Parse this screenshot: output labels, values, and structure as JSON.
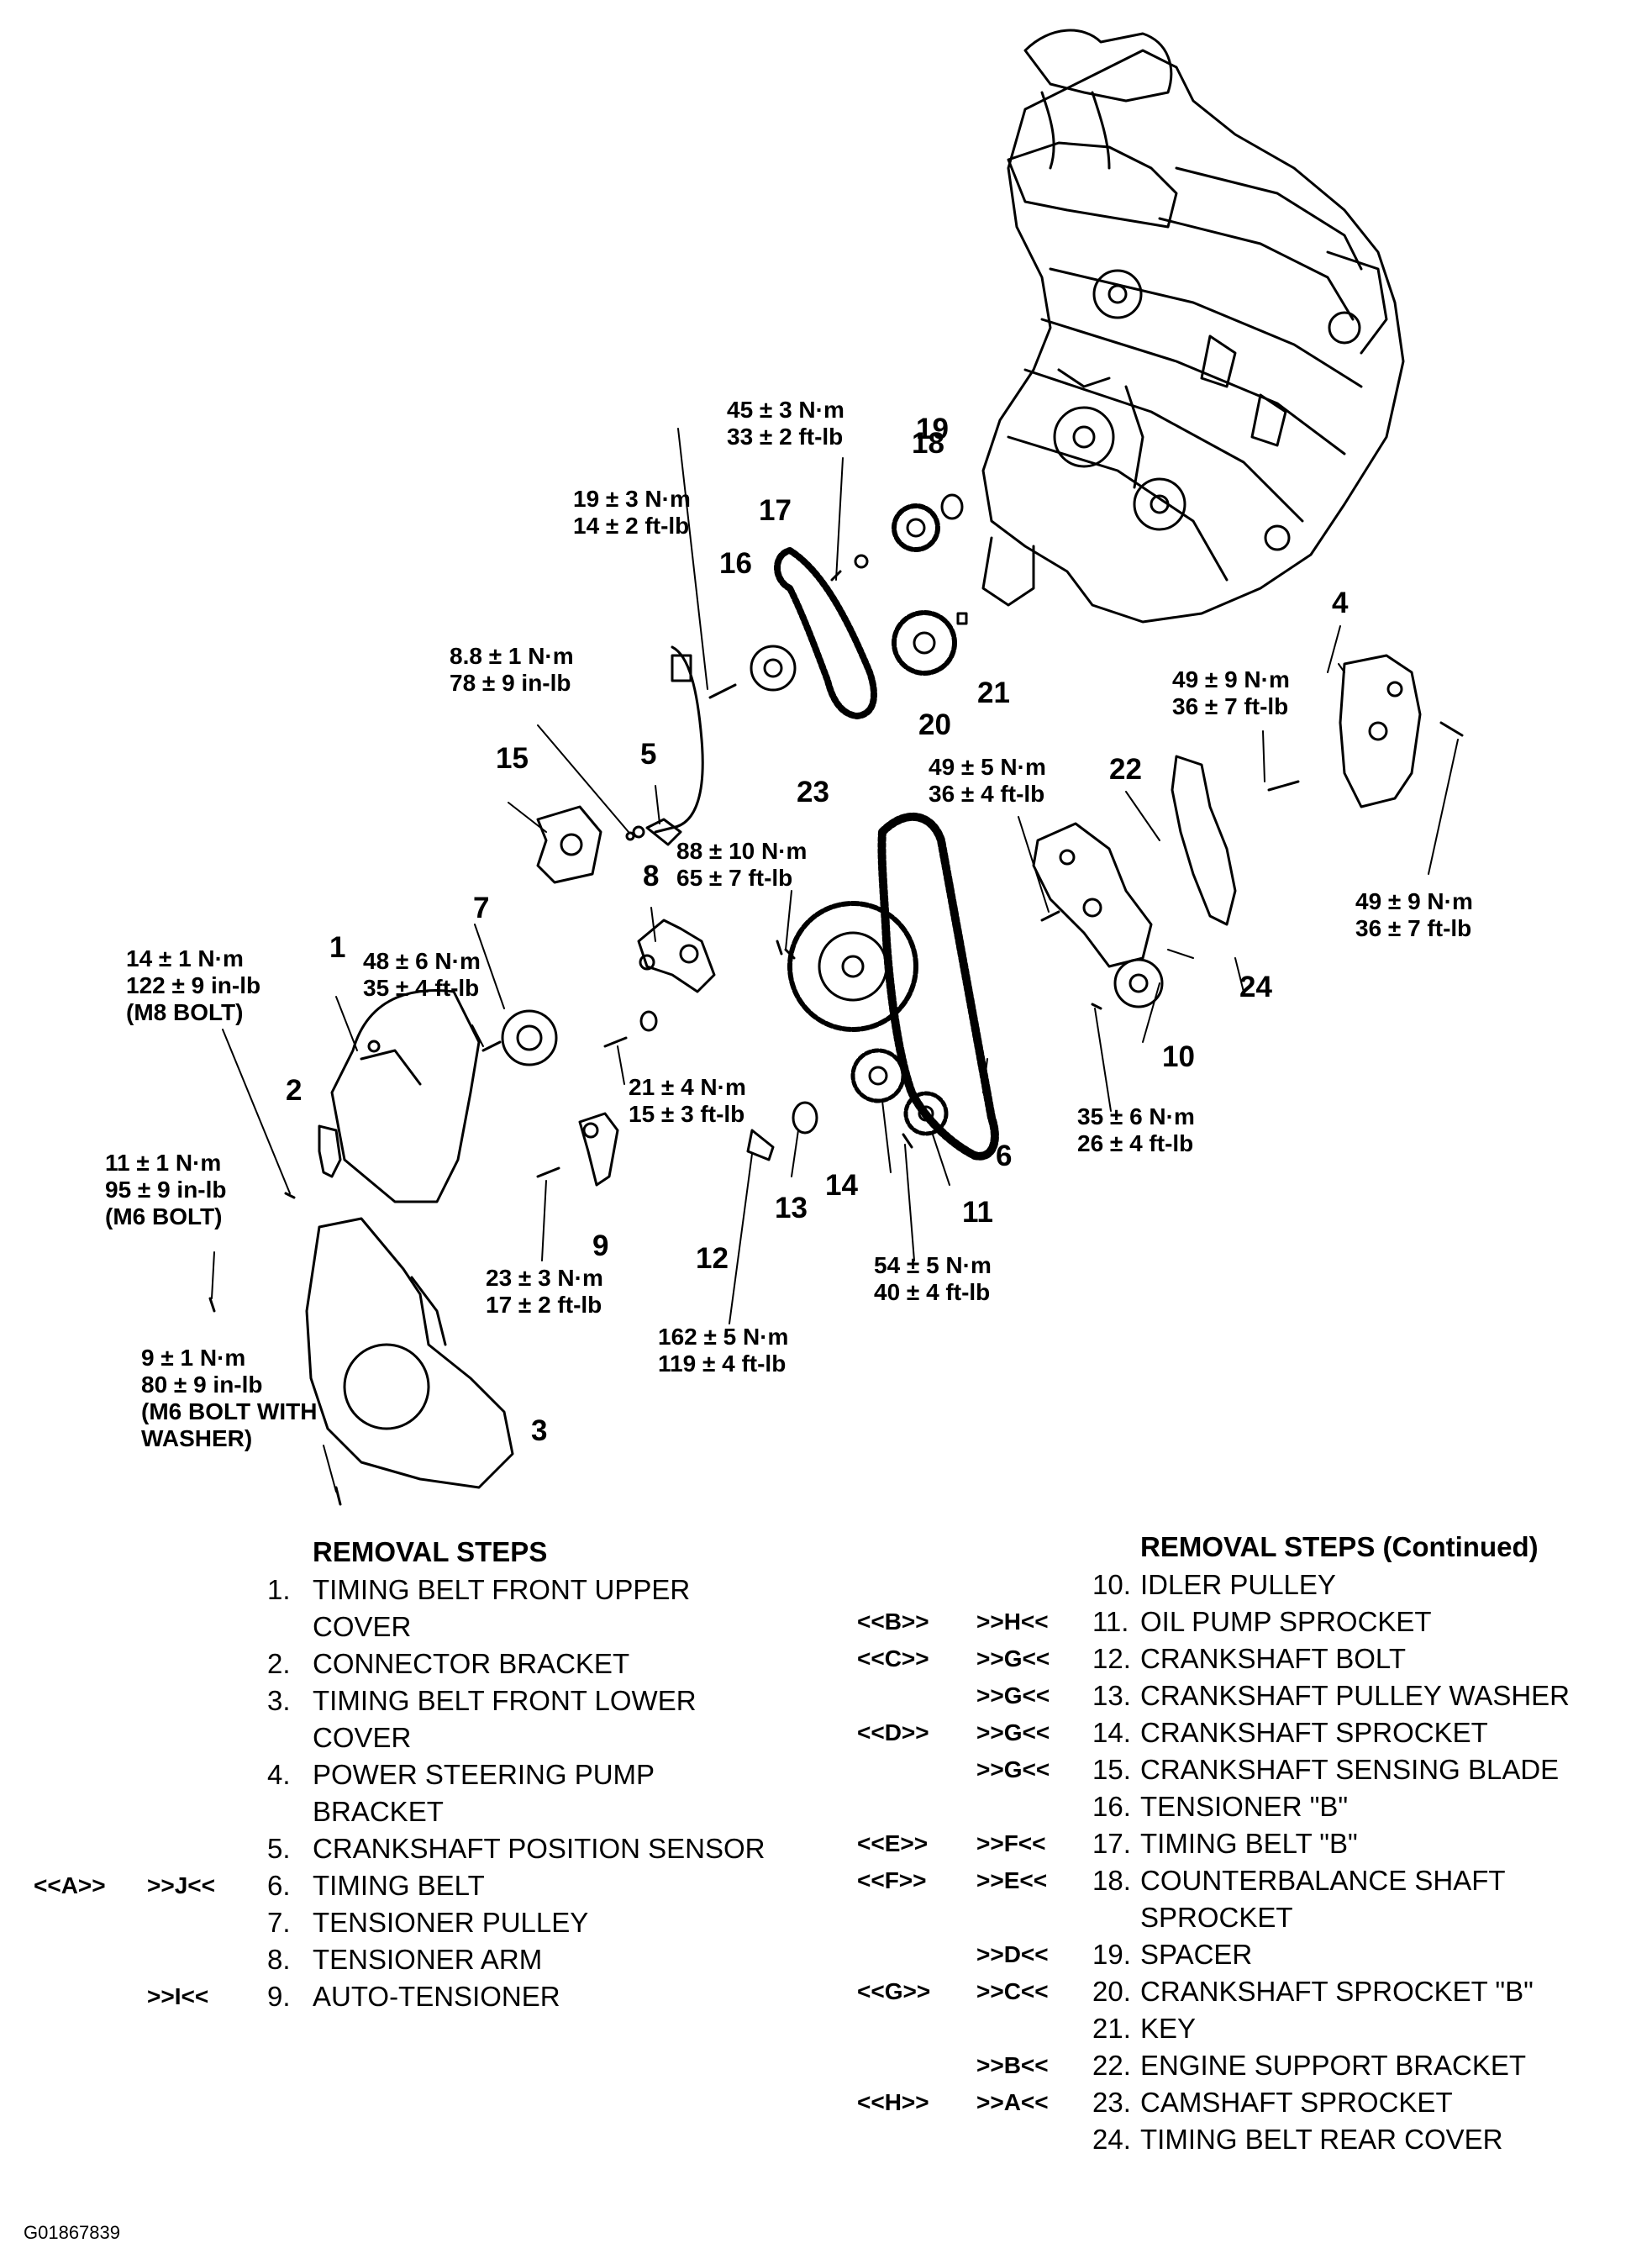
{
  "callouts": [
    {
      "num": "1"
    },
    {
      "num": "2"
    },
    {
      "num": "3"
    },
    {
      "num": "4"
    },
    {
      "num": "5"
    },
    {
      "num": "6"
    },
    {
      "num": "7"
    },
    {
      "num": "8"
    },
    {
      "num": "9"
    },
    {
      "num": "10"
    },
    {
      "num": "11"
    },
    {
      "num": "12"
    },
    {
      "num": "13"
    },
    {
      "num": "14"
    },
    {
      "num": "15"
    },
    {
      "num": "16"
    },
    {
      "num": "17"
    },
    {
      "num": "18"
    },
    {
      "num": "19"
    },
    {
      "num": "20"
    },
    {
      "num": "21"
    },
    {
      "num": "22"
    },
    {
      "num": "23"
    },
    {
      "num": "24"
    }
  ],
  "torques": [
    {
      "lines": [
        "45 ± 3 N·m",
        "33 ± 2 ft-lb"
      ]
    },
    {
      "lines": [
        "19 ± 3 N·m",
        "14 ± 2 ft-lb"
      ]
    },
    {
      "lines": [
        "8.8 ± 1 N·m",
        "78 ± 9 in-lb"
      ]
    },
    {
      "lines": [
        "49 ± 9 N·m",
        "36 ± 7 ft-lb"
      ]
    },
    {
      "lines": [
        "49 ± 5 N·m",
        "36 ± 4 ft-lb"
      ]
    },
    {
      "lines": [
        "88 ± 10 N·m",
        "65 ± 7 ft-lb"
      ]
    },
    {
      "lines": [
        "49 ± 9 N·m",
        "36 ± 7 ft-lb"
      ]
    },
    {
      "lines": [
        "14 ± 1 N·m",
        "122 ± 9 in-lb",
        "(M8 BOLT)"
      ]
    },
    {
      "lines": [
        "48 ± 6 N·m",
        "35 ± 4 ft-lb"
      ]
    },
    {
      "lines": [
        "21 ± 4 N·m",
        "15 ± 3 ft-lb"
      ]
    },
    {
      "lines": [
        "35 ± 6 N·m",
        "26 ± 4 ft-lb"
      ]
    },
    {
      "lines": [
        "11 ± 1 N·m",
        "95 ± 9 in-lb",
        "(M6 BOLT)"
      ]
    },
    {
      "lines": [
        "54 ± 5 N·m",
        "40 ± 4 ft-lb"
      ]
    },
    {
      "lines": [
        "23 ± 3 N·m",
        "17 ± 2 ft-lb"
      ]
    },
    {
      "lines": [
        "162 ± 5 N·m",
        "119 ± 4 ft-lb"
      ]
    },
    {
      "lines": [
        "9 ± 1 N·m",
        "80 ± 9 in-lb",
        "(M6 BOLT WITH",
        "WASHER)"
      ]
    }
  ],
  "removal_steps": {
    "heading": "REMOVAL STEPS",
    "rows": [
      {
        "ref1": "",
        "ref2": "",
        "num": "1.",
        "text": "TIMING BELT FRONT UPPER"
      },
      {
        "ref1": "",
        "ref2": "",
        "num": "",
        "text": "COVER"
      },
      {
        "ref1": "",
        "ref2": "",
        "num": "2.",
        "text": "CONNECTOR BRACKET"
      },
      {
        "ref1": "",
        "ref2": "",
        "num": "3.",
        "text": "TIMING BELT FRONT LOWER"
      },
      {
        "ref1": "",
        "ref2": "",
        "num": "",
        "text": "COVER"
      },
      {
        "ref1": "",
        "ref2": "",
        "num": "4.",
        "text": "POWER STEERING PUMP"
      },
      {
        "ref1": "",
        "ref2": "",
        "num": "",
        "text": "BRACKET"
      },
      {
        "ref1": "",
        "ref2": "",
        "num": "5.",
        "text": "CRANKSHAFT POSITION SENSOR"
      },
      {
        "ref1": "<<A>>",
        "ref2": ">>J<<",
        "num": "6.",
        "text": "TIMING BELT"
      },
      {
        "ref1": "",
        "ref2": "",
        "num": "7.",
        "text": "TENSIONER PULLEY"
      },
      {
        "ref1": "",
        "ref2": "",
        "num": "8.",
        "text": "TENSIONER ARM"
      },
      {
        "ref1": "",
        "ref2": ">>I<<",
        "num": "9.",
        "text": "AUTO-TENSIONER"
      }
    ]
  },
  "removal_steps_continued": {
    "heading": "REMOVAL STEPS (Continued)",
    "rows": [
      {
        "ref1": "",
        "ref2": "",
        "num": "10.",
        "text": "IDLER PULLEY"
      },
      {
        "ref1": "<<B>>",
        "ref2": ">>H<<",
        "num": "11.",
        "text": "OIL PUMP SPROCKET"
      },
      {
        "ref1": "<<C>>",
        "ref2": ">>G<<",
        "num": "12.",
        "text": "CRANKSHAFT BOLT"
      },
      {
        "ref1": "",
        "ref2": ">>G<<",
        "num": "13.",
        "text": "CRANKSHAFT PULLEY WASHER"
      },
      {
        "ref1": "<<D>>",
        "ref2": ">>G<<",
        "num": "14.",
        "text": "CRANKSHAFT SPROCKET"
      },
      {
        "ref1": "",
        "ref2": ">>G<<",
        "num": "15.",
        "text": "CRANKSHAFT SENSING BLADE"
      },
      {
        "ref1": "",
        "ref2": "",
        "num": "16.",
        "text": "TENSIONER \"B\""
      },
      {
        "ref1": "<<E>>",
        "ref2": ">>F<<",
        "num": "17.",
        "text": "TIMING BELT \"B\""
      },
      {
        "ref1": "<<F>>",
        "ref2": ">>E<<",
        "num": "18.",
        "text": "COUNTERBALANCE SHAFT"
      },
      {
        "ref1": "",
        "ref2": "",
        "num": "",
        "text": "SPROCKET"
      },
      {
        "ref1": "",
        "ref2": ">>D<<",
        "num": "19.",
        "text": "SPACER"
      },
      {
        "ref1": "<<G>>",
        "ref2": ">>C<<",
        "num": "20.",
        "text": "CRANKSHAFT SPROCKET \"B\""
      },
      {
        "ref1": "",
        "ref2": "",
        "num": "21.",
        "text": "KEY"
      },
      {
        "ref1": "",
        "ref2": ">>B<<",
        "num": "22.",
        "text": "ENGINE SUPPORT BRACKET"
      },
      {
        "ref1": "<<H>>",
        "ref2": ">>A<<",
        "num": "23.",
        "text": "CAMSHAFT SPROCKET"
      },
      {
        "ref1": "",
        "ref2": "",
        "num": "24.",
        "text": "TIMING BELT REAR COVER"
      }
    ]
  },
  "figure_id": "G01867839"
}
